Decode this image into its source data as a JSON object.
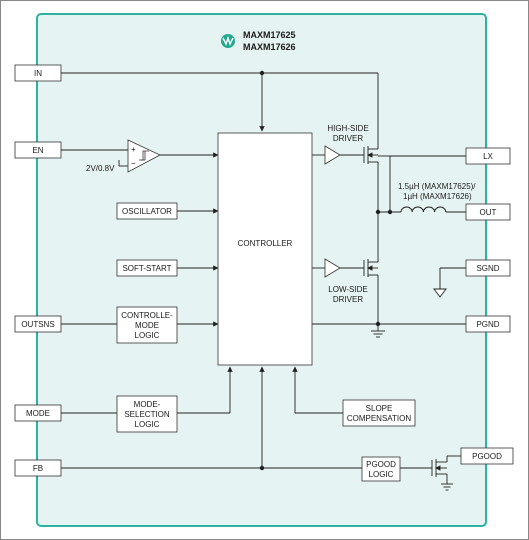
{
  "colors": {
    "panel_fill": "#e5f4f2",
    "panel_border": "#2bb3a0",
    "logo": "#23a88f",
    "line": "#222222"
  },
  "title": {
    "line1": "MAXM17625",
    "line2": "MAXM17626"
  },
  "pins": {
    "in": "IN",
    "en": "EN",
    "outsns": "OUTSNS",
    "mode": "MODE",
    "fb": "FB",
    "lx": "LX",
    "out": "OUT",
    "sgnd": "SGND",
    "pgnd": "PGND",
    "pgood": "PGOOD"
  },
  "blocks": {
    "controller": "CONTROLLER",
    "oscillator": "OSCILLATOR",
    "softstart": "SOFT-START",
    "controlle_mode": [
      "CONTROLLE-",
      "MODE",
      "LOGIC"
    ],
    "mode_selection": [
      "MODE-",
      "SELECTION",
      "LOGIC"
    ],
    "slope": [
      "SLOPE",
      "COMPENSATION"
    ],
    "pgood_logic": [
      "PGOOD",
      "LOGIC"
    ]
  },
  "labels": {
    "threshold": "2V/0.8V",
    "high_side": [
      "HIGH-SIDE",
      "DRIVER"
    ],
    "low_side": [
      "LOW-SIDE",
      "DRIVER"
    ],
    "inductor": [
      "1.5µH (MAXM17625)/",
      "1µH (MAXM17626)"
    ],
    "comp_plus": "+",
    "comp_minus": "−"
  }
}
